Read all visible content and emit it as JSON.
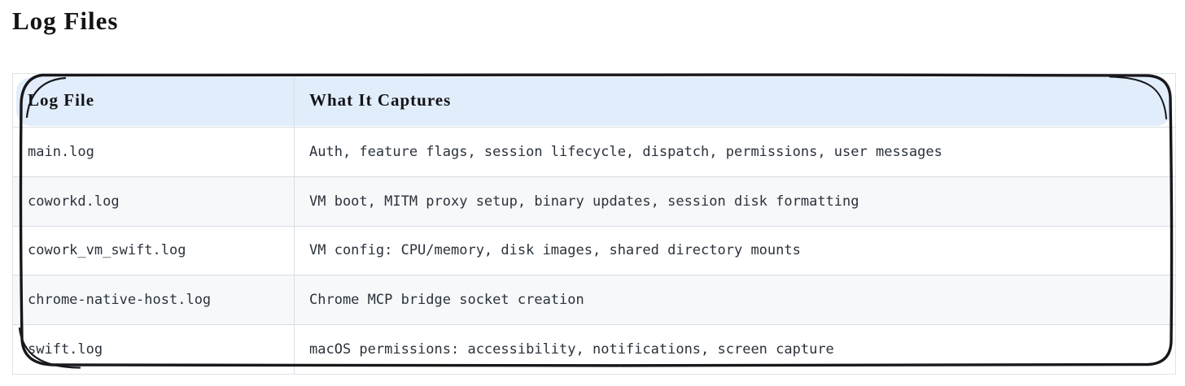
{
  "page": {
    "title": "Log Files"
  },
  "colors": {
    "header_bg": "#e1edfb",
    "row_bg": "#ffffff",
    "row_alt_bg": "#f6f8fa",
    "divider": "#d9dee4",
    "sketch": "#17171c",
    "body_text": "#2b323b",
    "heading_text": "#131316"
  },
  "table": {
    "columns": [
      {
        "label": "Log File"
      },
      {
        "label": "What It Captures"
      }
    ],
    "rows": [
      {
        "file": "main.log",
        "captures": "Auth, feature flags, session lifecycle, dispatch, permissions, user messages"
      },
      {
        "file": "coworkd.log",
        "captures": "VM boot, MITM proxy setup, binary updates, session disk formatting"
      },
      {
        "file": "cowork_vm_swift.log",
        "captures": "VM config: CPU/memory, disk images, shared directory mounts"
      },
      {
        "file": "chrome-native-host.log",
        "captures": "Chrome MCP bridge socket creation"
      },
      {
        "file": "swift.log",
        "captures": "macOS permissions: accessibility, notifications, screen capture"
      }
    ]
  }
}
